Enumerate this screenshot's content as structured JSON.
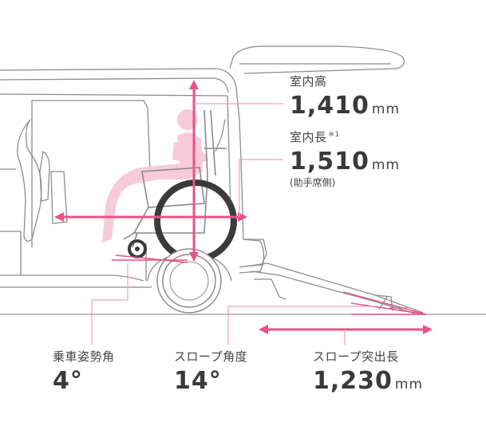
{
  "labels": {
    "room_height": {
      "title": "室内高",
      "value": "1,410",
      "unit": "mm"
    },
    "room_length": {
      "title": "室内長",
      "note": "※1",
      "value": "1,510",
      "unit": "mm",
      "sub": "(助手席側)"
    },
    "seat_angle": {
      "title": "乗車姿勢角",
      "value": "4°"
    },
    "slope_angle": {
      "title": "スロープ角度",
      "value": "14°"
    },
    "slope_length": {
      "title": "スロープ突出長",
      "value": "1,230",
      "unit": "mm"
    }
  },
  "colors": {
    "accent": "#e8528a",
    "accent_light": "#f6b6c9",
    "vehicle_line": "#8a8a8a",
    "wheel_dark": "#3b3b3b"
  }
}
